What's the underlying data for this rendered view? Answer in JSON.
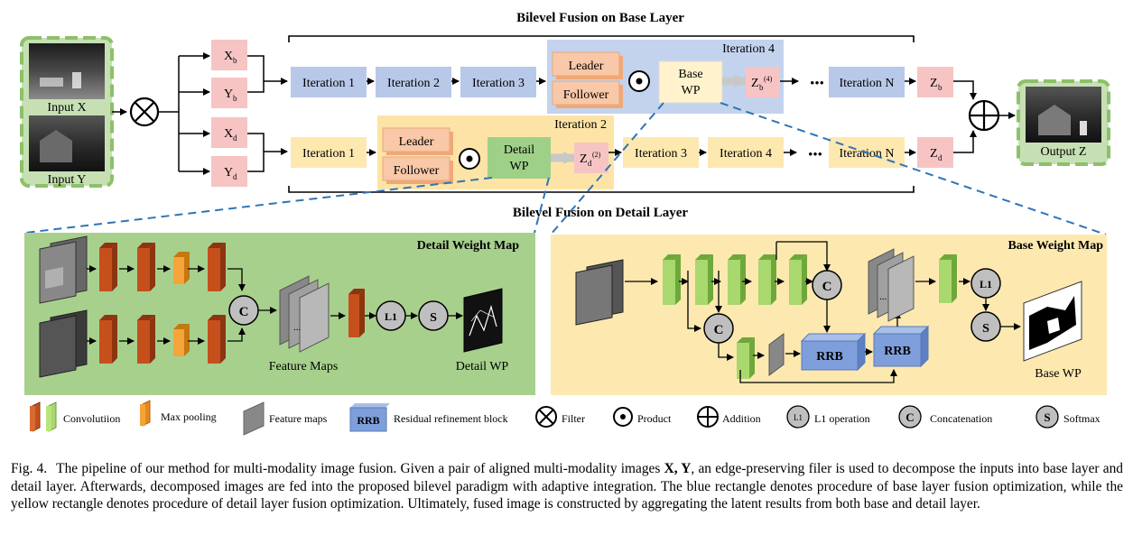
{
  "top": {
    "base_title": "Bilevel Fusion on Base Layer",
    "detail_title": "Bilevel Fusion on Detail Layer",
    "input_x": "Input X",
    "input_y": "Input Y",
    "output": "Output Z",
    "xb": "X",
    "xb_sub": "b",
    "yb": "Y",
    "yb_sub": "b",
    "xd": "X",
    "xd_sub": "d",
    "yd": "Y",
    "yd_sub": "d",
    "base_row": {
      "it1": "Iteration 1",
      "it2": "Iteration 2",
      "it3": "Iteration 3",
      "group_label": "Iteration 4",
      "leader": "Leader",
      "follower": "Follower",
      "wp_line1": "Base",
      "wp_line2": "WP",
      "z": "Z",
      "z_sub": "b",
      "z_sup": "(4)",
      "dots": "•••",
      "itN": "Iteration N",
      "zout": "Z",
      "zout_sub": "b"
    },
    "detail_row": {
      "it1": "Iteration 1",
      "group_label": "Iteration 2",
      "leader": "Leader",
      "follower": "Follower",
      "wp_line1": "Detail",
      "wp_line2": "WP",
      "z": "Z",
      "z_sub": "d",
      "z_sup": "(2)",
      "it3": "Iteration 3",
      "it4": "Iteration 4",
      "dots": "•••",
      "itN": "Iteration N",
      "zout": "Z",
      "zout_sub": "d"
    }
  },
  "detail_panel": {
    "title": "Detail Weight Map",
    "feature_maps": "Feature Maps",
    "concat": "C",
    "l1": "L1",
    "softmax": "S",
    "output": "Detail WP",
    "ellipsis": "..."
  },
  "base_panel": {
    "title": "Base Weight Map",
    "concat": "C",
    "l1": "L1",
    "softmax": "S",
    "rrb": "RRB",
    "output": "Base WP",
    "ellipsis": "..."
  },
  "legend": {
    "convolution": "Convolutiion",
    "max_pooling": "Max pooling",
    "feature_maps": "Feature maps",
    "rrb_badge": "RRB",
    "rrb": "Residual refinement block",
    "filter": "Filter",
    "product": "Product",
    "addition": "Addition",
    "l1_badge": "L1",
    "l1": "L1 operation",
    "c_badge": "C",
    "concat": "Concatenation",
    "s_badge": "S",
    "softmax": "Softmax"
  },
  "caption": {
    "label": "Fig. 4.",
    "part1": "The pipeline of our method for multi-modality image fusion. Given a pair of aligned multi-modality images ",
    "bold": "X, Y",
    "part2": ", an edge-preserving filer is used to decompose the inputs into base layer and detail layer. Afterwards, decomposed images are fed into the proposed bilevel paradigm with adaptive integration. The blue rectangle denotes procedure of base layer fusion optimization, while the yellow rectangle denotes procedure of detail layer fusion optimization. Ultimately, fused image is constructed by aggregating the latent results from both base and detail layer."
  },
  "colors": {
    "blue_box": "#b8c8e8",
    "blue_group": "#c3d3ee",
    "yellow_box": "#fde8b0",
    "yellow_group": "#fdeab8",
    "pink_box": "#f7c4c4",
    "leader_box": "#f8c8a8",
    "green_wp": "#9fd088",
    "green_panel": "#a8d08d",
    "yellow_panel": "#fde9b0",
    "conv_orange": "#c5501c",
    "conv_green": "#a8d86e",
    "maxpool": "#f5a43a",
    "rrb": "#7f9fdc",
    "node_gray": "#bfbfbf"
  }
}
